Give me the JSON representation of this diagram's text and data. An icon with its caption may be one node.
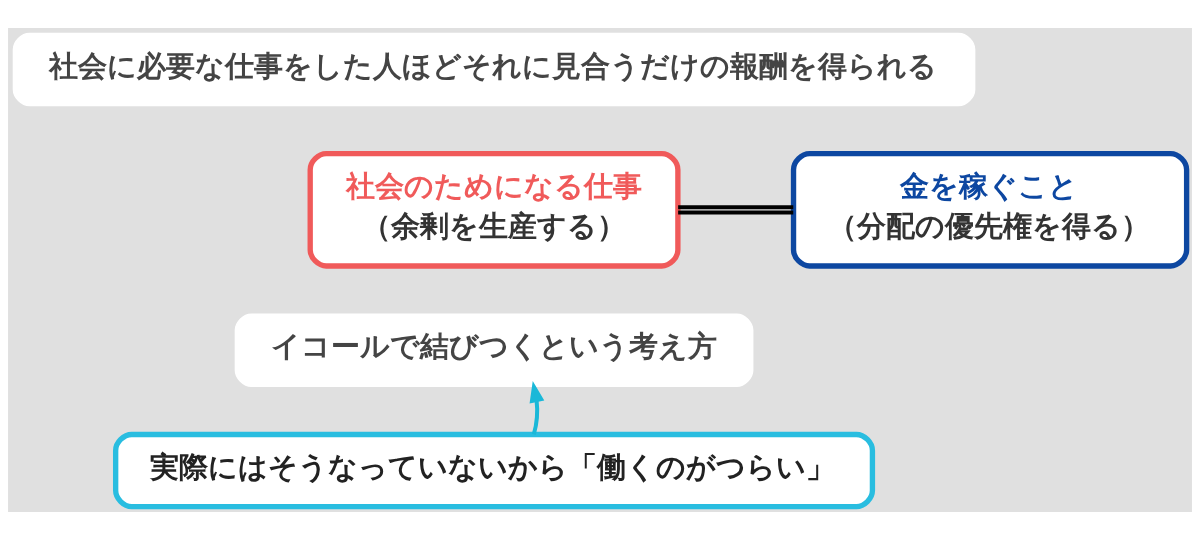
{
  "diagram": {
    "nodes": [
      {
        "text": [
          "社会に必要な仕事をした人ほどそれに見合うだけの報酬を得られる"
        ]
      },
      {
        "text": [
          "社会のためになる仕事",
          "（余剰を生産する）"
        ]
      },
      {
        "text": [
          "金を稼ぐこと",
          "（分配の優先権を得る）"
        ]
      },
      {
        "text": [
          "イコールで結びつくという考え方"
        ]
      },
      {
        "text": [
          "実際にはそうなっていないから「働くのがつらい」"
        ]
      }
    ],
    "edges": [
      {
        "from": 1,
        "to": 2,
        "arrow": "none",
        "color": "#000000"
      },
      {
        "from": 4,
        "to": 3,
        "arrow": "to",
        "color": "#1ab8d8"
      }
    ]
  }
}
